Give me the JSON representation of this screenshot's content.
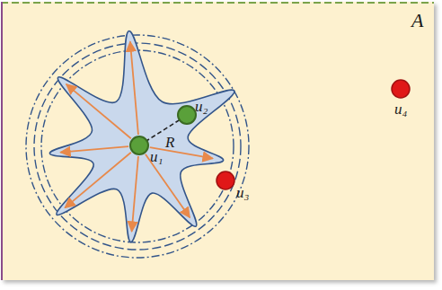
{
  "diagram": {
    "labels": [
      "A",
      "u₁",
      "u₂",
      "R",
      "u₃",
      "u₄"
    ]
  }
}
